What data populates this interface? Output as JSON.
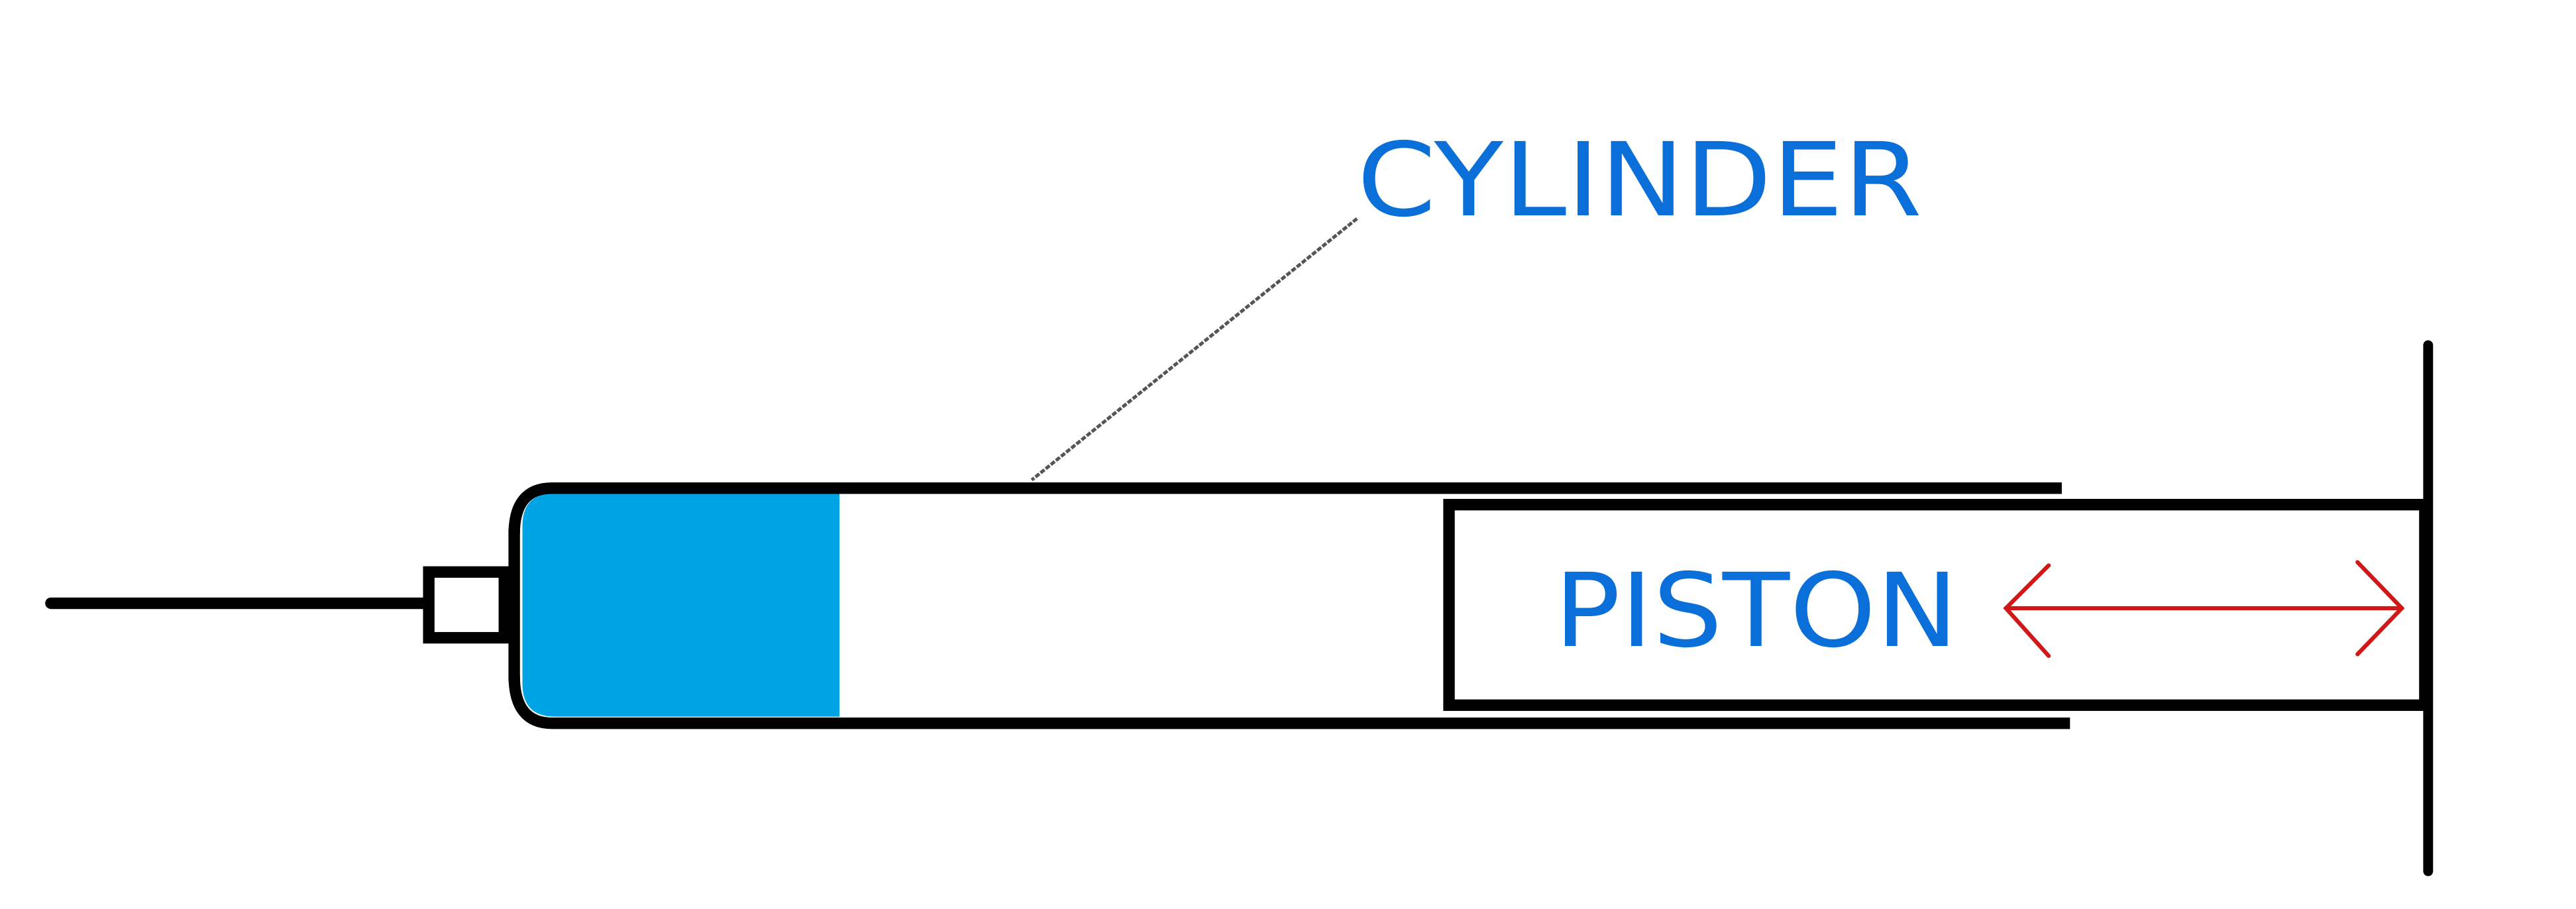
{
  "diagram": {
    "subject": "syringe",
    "labels": {
      "cylinder": "CYLINDER",
      "piston": "PISTON"
    },
    "colors": {
      "outline": "#000000",
      "fluid": "#00a3e4",
      "label": "#0a6fd8",
      "arrow": "#d01818",
      "leader_line": "#555555",
      "background": "#ffffff"
    },
    "icons": {
      "motion_arrow": "double-headed-arrow"
    }
  }
}
